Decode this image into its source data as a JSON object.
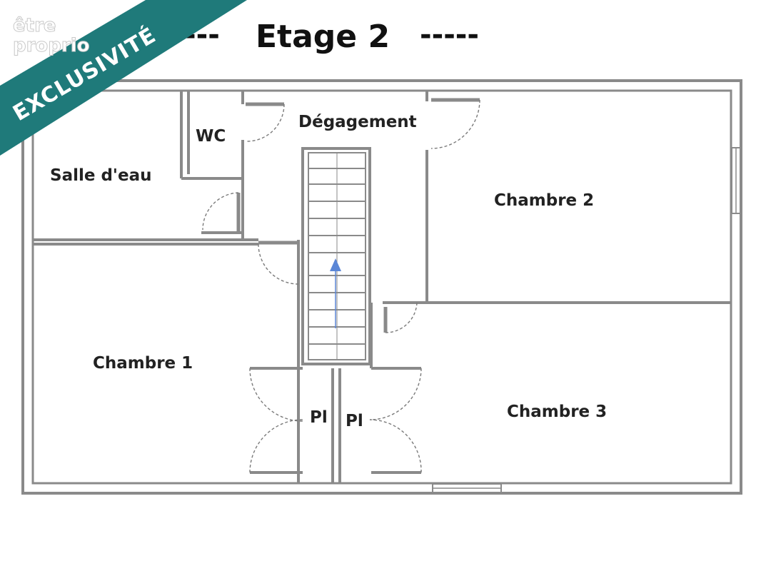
{
  "title": "Etage 2",
  "title_dashes_left": "---",
  "title_dashes_right": "-----",
  "badge": {
    "text": "EXCLUSIVITÉ",
    "color": "#1f7a7a"
  },
  "brand": {
    "line1": "être",
    "line2": "proprio"
  },
  "rooms": {
    "salle_eau": "Salle d'eau",
    "wc": "WC",
    "degagement": "Dégagement",
    "chambre1": "Chambre 1",
    "chambre2": "Chambre 2",
    "chambre3": "Chambre 3",
    "placard1": "Pl",
    "placard2": "Pl"
  },
  "colors": {
    "wall": "#8a8a8a",
    "stair_arrow": "#5b86d6",
    "text": "#222222"
  }
}
